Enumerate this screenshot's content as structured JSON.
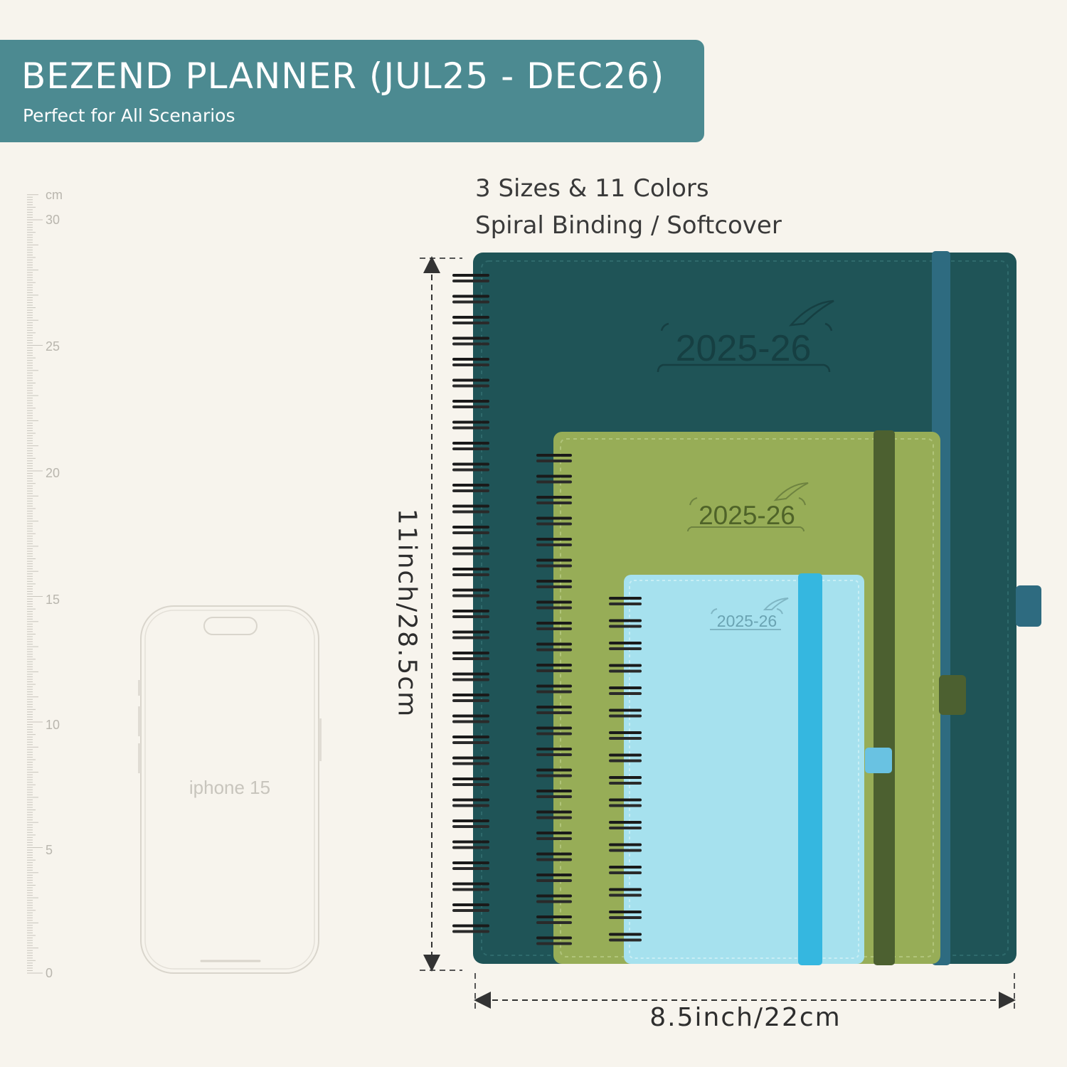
{
  "banner": {
    "title": "BEZEND PLANNER (JUL25 - DEC26)",
    "subtitle": "Perfect for All Scenarios",
    "color": "#4c8a91"
  },
  "features": {
    "line1": "3 Sizes & 11 Colors",
    "line2": "Spiral Binding / Softcover"
  },
  "ruler": {
    "unit": "cm",
    "labels": [
      "30",
      "25",
      "20",
      "15",
      "10",
      "5",
      "0"
    ]
  },
  "phone": {
    "label": "iphone 15"
  },
  "dimensions": {
    "height": "11inch/28.5cm",
    "width": "8.5inch/22cm"
  },
  "planners": [
    {
      "size": "large",
      "cover_text": "2025-26",
      "color": "#1f5457",
      "band_color": "#2e6b80"
    },
    {
      "size": "medium",
      "cover_text": "2025-26",
      "color": "#97ad57",
      "band_color": "#4c6030"
    },
    {
      "size": "small",
      "cover_text": "2025-26",
      "color": "#a6e1ee",
      "band_color": "#35b7e0"
    }
  ]
}
